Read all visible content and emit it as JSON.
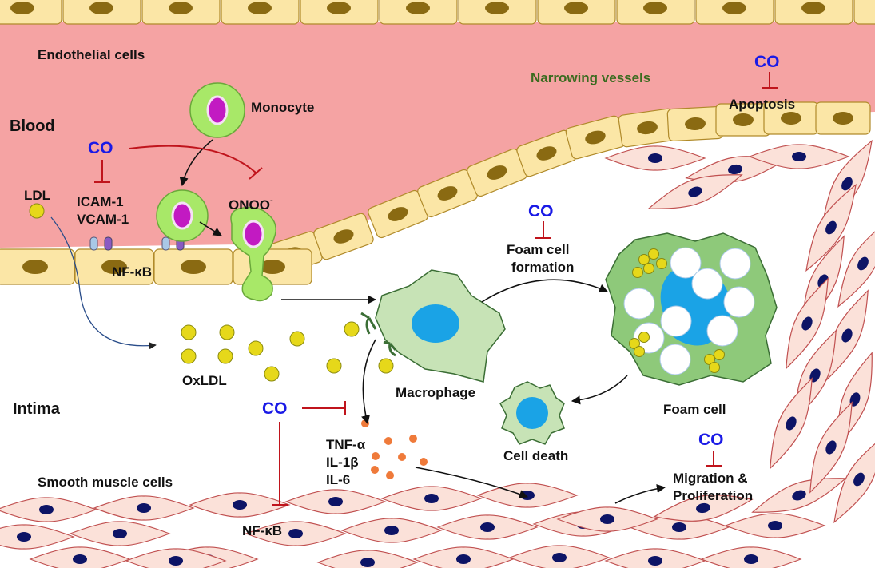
{
  "labels": {
    "endothelial": "Endothelial cells",
    "blood": "Blood",
    "narrowing": "Narrowing vessels",
    "monocyte": "Monocyte",
    "ldl": "LDL",
    "icam": "ICAM-1",
    "vcam": "VCAM-1",
    "onoo": "ONOO",
    "onoo_sup": "-",
    "nfkb_top": "NF-κB",
    "oxldl": "OxLDL",
    "intima": "Intima",
    "macrophage": "Macrophage",
    "foam_formation_1": "Foam cell",
    "foam_formation_2": "formation",
    "foam_cell": "Foam cell",
    "cell_death": "Cell death",
    "tnf": "TNF-α",
    "il1": "IL-1β",
    "il6": "IL-6",
    "smooth": "Smooth muscle cells",
    "nfkb_bottom": "NF-κB",
    "apoptosis": "Apoptosis",
    "migration_1": "Migration &",
    "migration_2": "Proliferation"
  },
  "co_label": "CO",
  "colors": {
    "blood": "#f5a3a3",
    "endothelial": "#fbe6a6",
    "nucleus": "#8a6a12",
    "smooth_cell": "#fbe1d9",
    "smooth_nucleus": "#0d1466",
    "ldl": "#e6d81a",
    "monocyte": "#a8e868",
    "monocyte_nucleus": "#c21ac2",
    "macrophage": "#c7e3b6",
    "macrophage_nucleus": "#1aa3e6",
    "foam_cell": "#8ec97a",
    "cytokine": "#ef7a3a",
    "inhibit": "#c0141c",
    "co_text": "#1a1ae6"
  }
}
